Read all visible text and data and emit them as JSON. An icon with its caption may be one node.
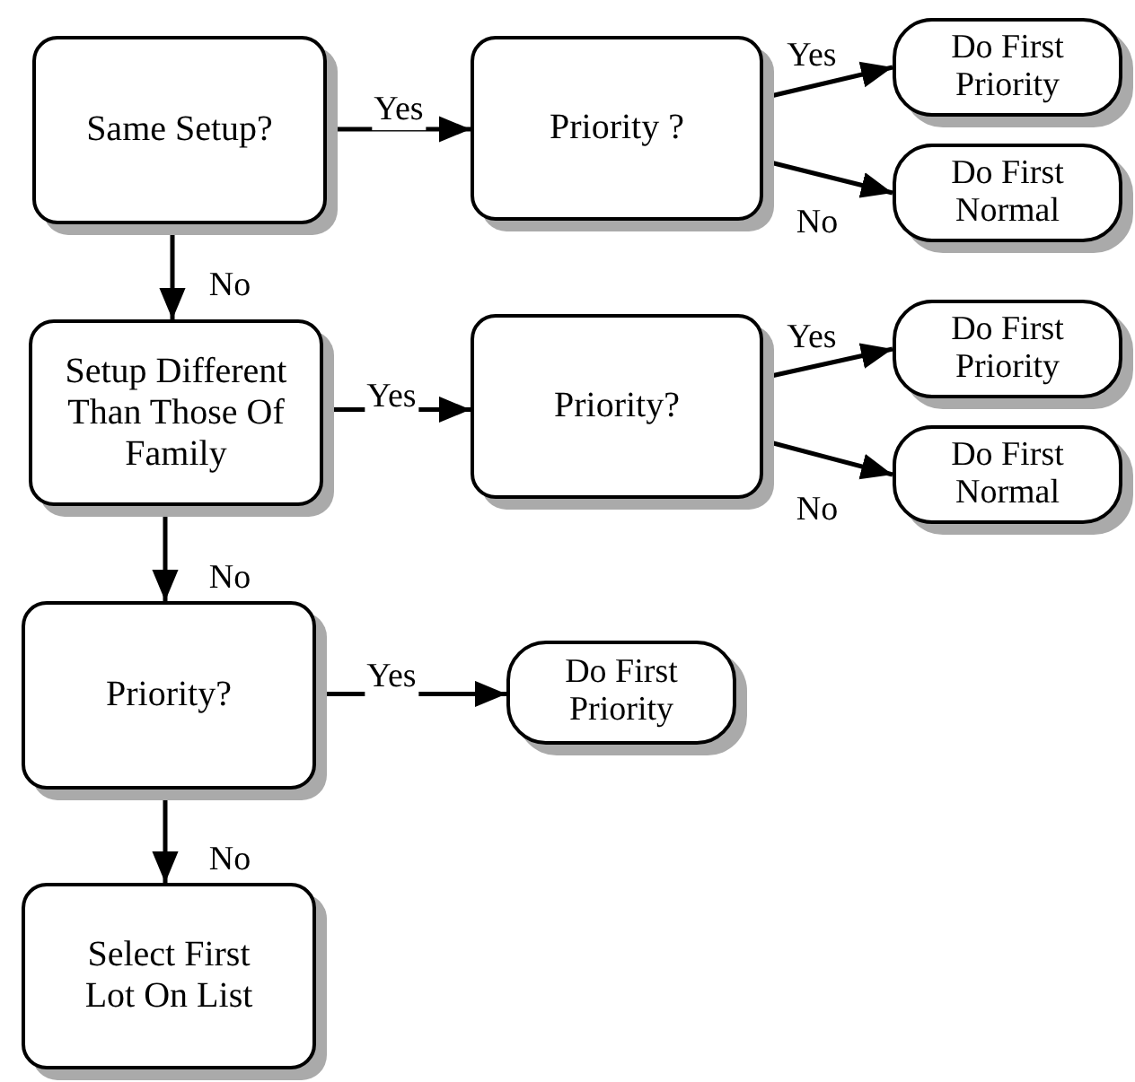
{
  "diagram": {
    "nodes": [
      {
        "text": [
          "Same Setup?"
        ]
      },
      {
        "text": [
          "Priority ?"
        ]
      },
      {
        "text": [
          "Do First Priority"
        ]
      },
      {
        "text": [
          "Do First Normal"
        ]
      },
      {
        "text": [
          "Setup Different Than Those Of Family"
        ]
      },
      {
        "text": [
          "Priority?"
        ]
      },
      {
        "text": [
          "Do First Priority"
        ]
      },
      {
        "text": [
          "Do First Normal"
        ]
      },
      {
        "text": [
          "Priority?"
        ]
      },
      {
        "text": [
          "Do First Priority"
        ]
      },
      {
        "text": [
          "Select First Lot On List"
        ]
      }
    ],
    "edges": [
      {
        "from": 0,
        "to": 1,
        "arrow": "to",
        "label": "Yes"
      },
      {
        "from": 1,
        "to": 2,
        "arrow": "to",
        "label": "Yes"
      },
      {
        "from": 1,
        "to": 3,
        "arrow": "to",
        "label": "No"
      },
      {
        "from": 0,
        "to": 4,
        "arrow": "to",
        "label": "No"
      },
      {
        "from": 4,
        "to": 5,
        "arrow": "to",
        "label": "Yes"
      },
      {
        "from": 5,
        "to": 6,
        "arrow": "to",
        "label": "Yes"
      },
      {
        "from": 5,
        "to": 7,
        "arrow": "to",
        "label": "No"
      },
      {
        "from": 4,
        "to": 8,
        "arrow": "to",
        "label": "No"
      },
      {
        "from": 8,
        "to": 9,
        "arrow": "to",
        "label": "Yes"
      },
      {
        "from": 8,
        "to": 10,
        "arrow": "to",
        "label": "No"
      }
    ]
  }
}
